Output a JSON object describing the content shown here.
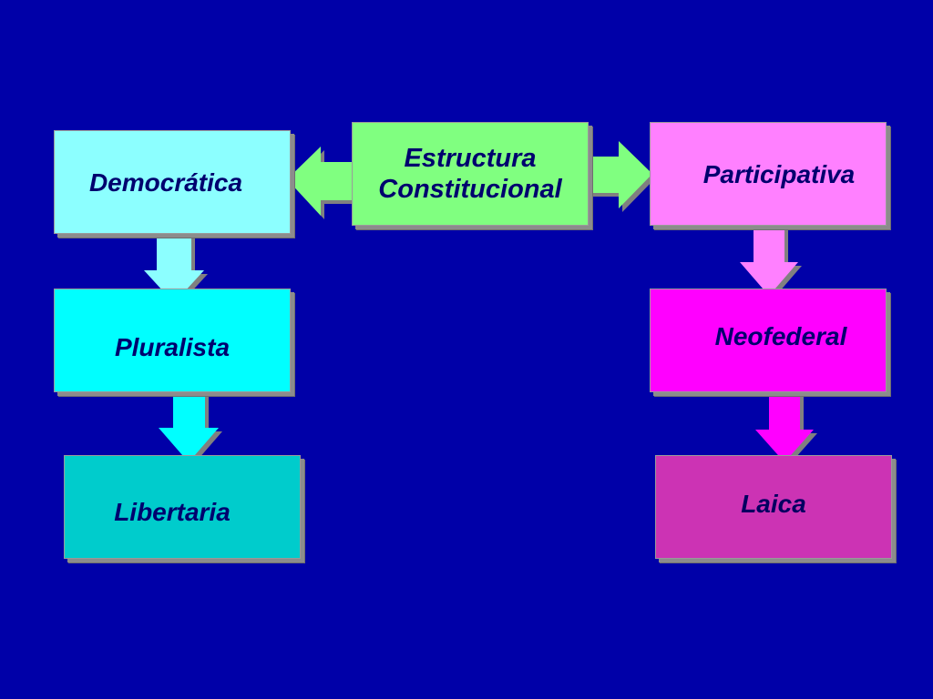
{
  "diagram": {
    "center": {
      "label_line1": "Estructura",
      "label_line2": "Constitucional",
      "color": "#80FF80"
    },
    "left_column": [
      {
        "label": "Democrática",
        "color": "#8CFFFF"
      },
      {
        "label": "Pluralista",
        "color": "#00FFFF"
      },
      {
        "label": "Libertaria",
        "color": "#00CCCC"
      }
    ],
    "right_column": [
      {
        "label": "Participativa",
        "color": "#FF80FF"
      },
      {
        "label": "Neofederal",
        "color": "#FF00FF"
      },
      {
        "label": "Laica",
        "color": "#CC33B4"
      }
    ],
    "background_color": "#0000A8"
  }
}
